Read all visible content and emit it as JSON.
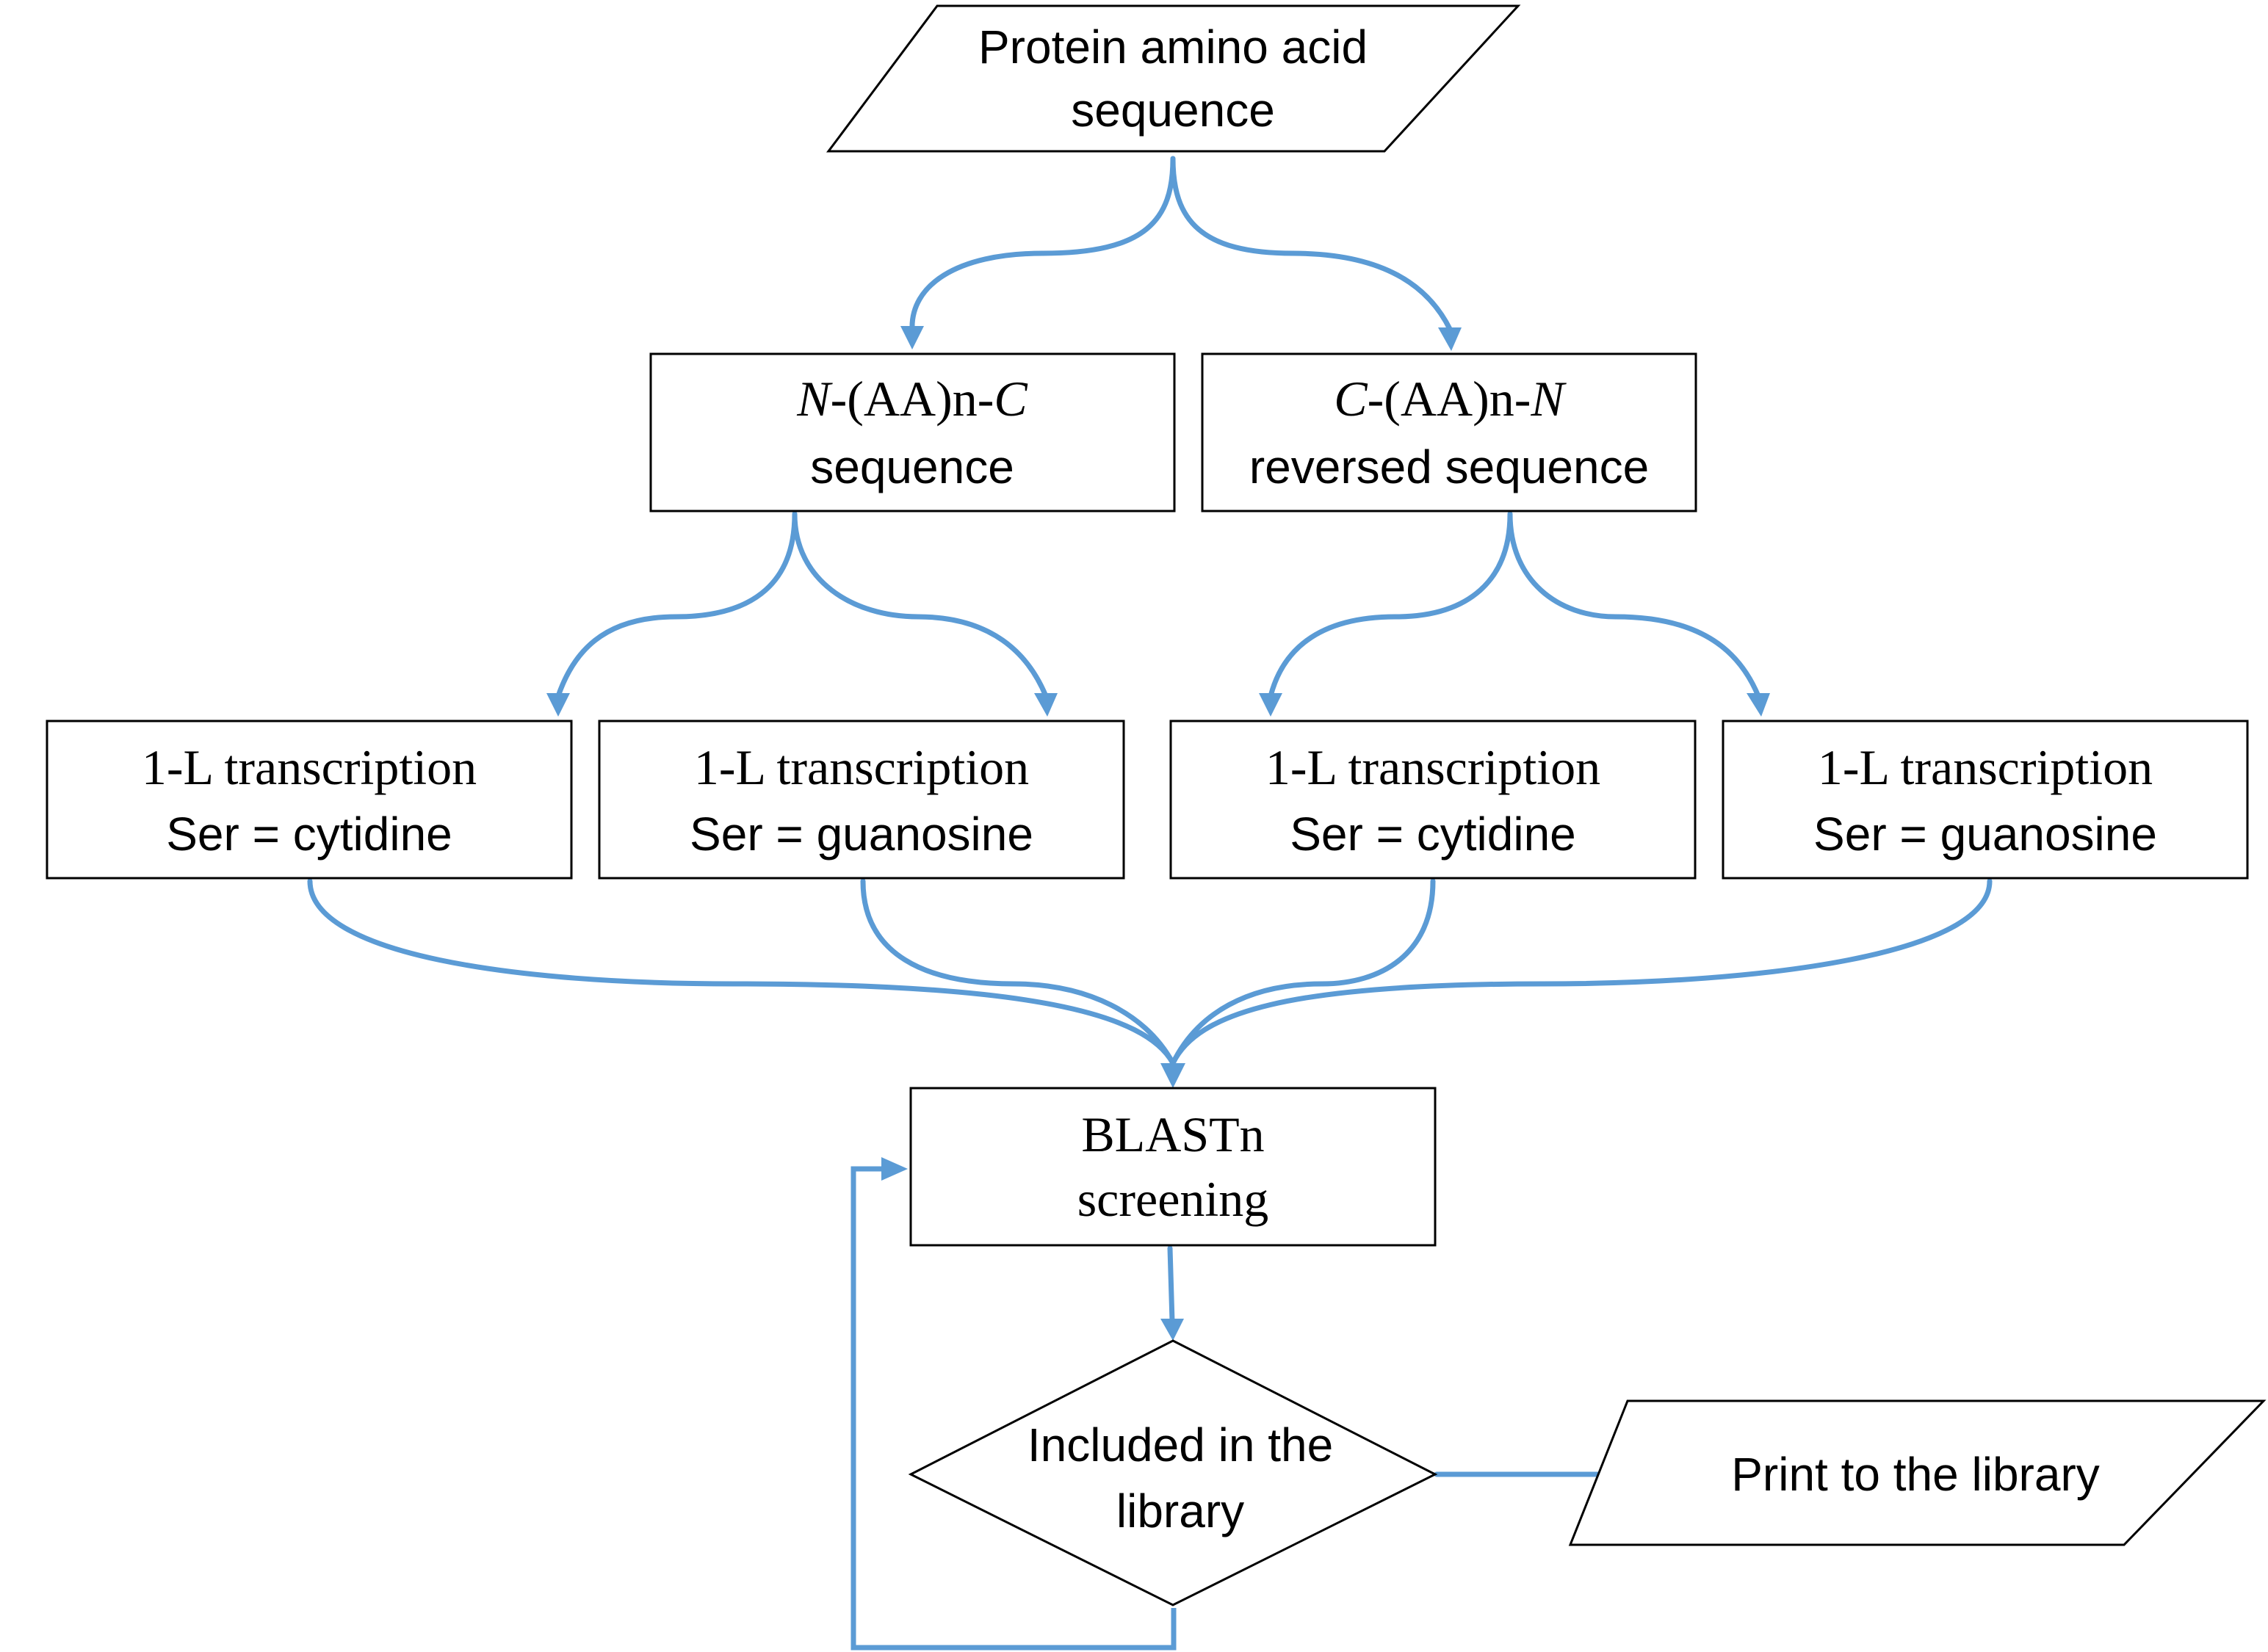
{
  "colors": {
    "connector": "#5b9bd5",
    "outline": "#000000",
    "background": "#ffffff"
  },
  "nodes": {
    "input": {
      "line1": "Protein amino acid",
      "line2": "sequence"
    },
    "forward": {
      "line1_a": "N",
      "line1_b": "-(AA)n-",
      "line1_c": "C",
      "line2": "sequence"
    },
    "reverse": {
      "line1_a": "C",
      "line1_b": "-(AA)n-",
      "line1_c": "N",
      "line2": "reversed sequence"
    },
    "transcriptions": [
      {
        "line1": "1-L transcription",
        "line2": "Ser = cytidine"
      },
      {
        "line1": "1-L transcription",
        "line2": "Ser = guanosine"
      },
      {
        "line1": "1-L transcription",
        "line2": "Ser = cytidine"
      },
      {
        "line1": "1-L transcription",
        "line2": "Ser = guanosine"
      }
    ],
    "blast": {
      "line1": "BLASTn",
      "line2": "screening"
    },
    "decision": {
      "line1": "Included in the",
      "line2": "library"
    },
    "output": {
      "label": "Print to the library"
    }
  }
}
